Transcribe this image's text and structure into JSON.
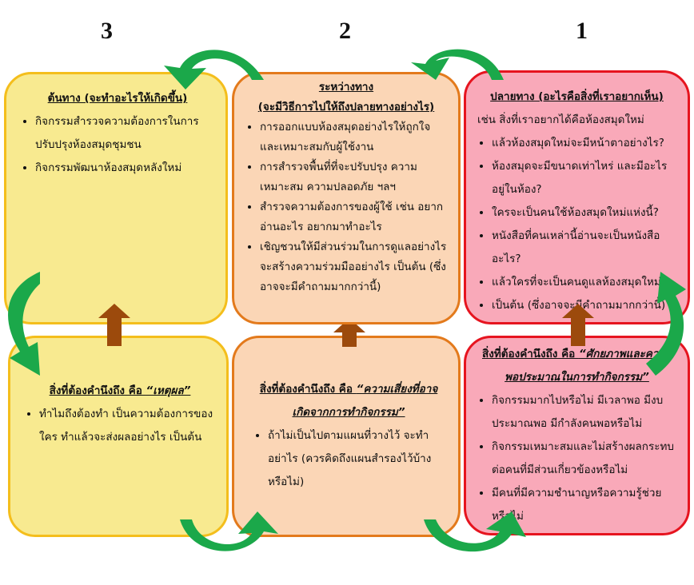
{
  "numbers": [
    "3",
    "2",
    "1"
  ],
  "boxes": {
    "start": {
      "title": "ต้นทาง (จะทำอะไรให้เกิดขึ้น)",
      "items": [
        "กิจกรรมสำรวจความต้องการในการปรับปรุงห้องสมุดชุมชน",
        "กิจกรรมพัฒนาห้องสมุดหลังใหม่"
      ]
    },
    "middle": {
      "title1": "ระหว่างทาง",
      "title2": "(จะมีวิธีการไปให้ถึงปลายทางอย่างไร)",
      "items": [
        "การออกแบบห้องสมุดอย่างไรให้ถูกใจและเหมาะสมกับผู้ใช้งาน",
        "การสำรวจพื้นที่ที่จะปรับปรุง ความเหมาะสม ความปลอดภัย ฯลฯ",
        "สำรวจความต้องการของผู้ใช้ เช่น อยากอ่านอะไร อยากมาทำอะไร",
        "เชิญชวนให้มีส่วนร่วมในการดูแลอย่างไร จะสร้างความร่วมมืออย่างไร เป็นต้น (ซึ่งอาจจะมีคำถามมากกว่านี้)"
      ]
    },
    "end": {
      "title": "ปลายทาง (อะไรคือสิ่งที่เราอยากเห็น)",
      "intro": "เช่น สิ่งที่เราอยากได้คือห้องสมุดใหม่",
      "items": [
        "แล้วห้องสมุดใหม่จะมีหน้าตาอย่างไร?",
        "ห้องสมุดจะมีขนาดเท่าไหร่ และมีอะไรอยู่ในห้อง?",
        "ใครจะเป็นคนใช้ห้องสมุดใหม่แห่งนี้?",
        "หนังสือที่คนเหล่านี้อ่านจะเป็นหนังสืออะไร?",
        "แล้วใครที่จะเป็นคนดูแลห้องสมุดใหม่?",
        "เป็นต้น (ซึ่งอาจจะมีคำถามมากกว่านี้)"
      ]
    },
    "reason": {
      "title_prefix": "สิ่งที่ต้องคำนึงถึง คือ ",
      "title_em": "“เหตุผล”",
      "items": [
        "ทำไมถึงต้องทำ เป็นความต้องการของใคร ทำแล้วจะส่งผลอย่างไร เป็นต้น"
      ]
    },
    "risk": {
      "title_prefix": "สิ่งที่ต้องคำนึงถึง คือ ",
      "title_em": "“ความเสี่ยงที่อาจเกิดจากการทำกิจกรรม”",
      "items": [
        "ถ้าไม่เป็นไปตามแผนที่วางไว้ จะทำอย่าไร (ควรคิดถึงแผนสำรองไว้บ้างหรือไม่)"
      ]
    },
    "capacity": {
      "title_prefix": "สิ่งที่ต้องคำนึงถึง คือ ",
      "title_em": "“ศักยภาพและความพอประมาณในการทำกิจกรรม”",
      "items": [
        "กิจกรรมมากไปหรือไม่ มีเวลาพอ มีงบประมาณพอ มีกำลังคนพอหรือไม่",
        "กิจกรรมเหมาะสมและไม่สร้างผลกระทบต่อคนที่มีส่วนเกี่ยวข้องหรือไม่",
        "มีคนที่มีความชำนาญหรือความรู้ช่วยหรือไม่"
      ]
    }
  },
  "colors": {
    "yellow": "#F8EA90",
    "peach": "#FBD6B6",
    "pink": "#F9A9B9",
    "green": "#1BA84A",
    "brown": "#9C4A0C"
  }
}
